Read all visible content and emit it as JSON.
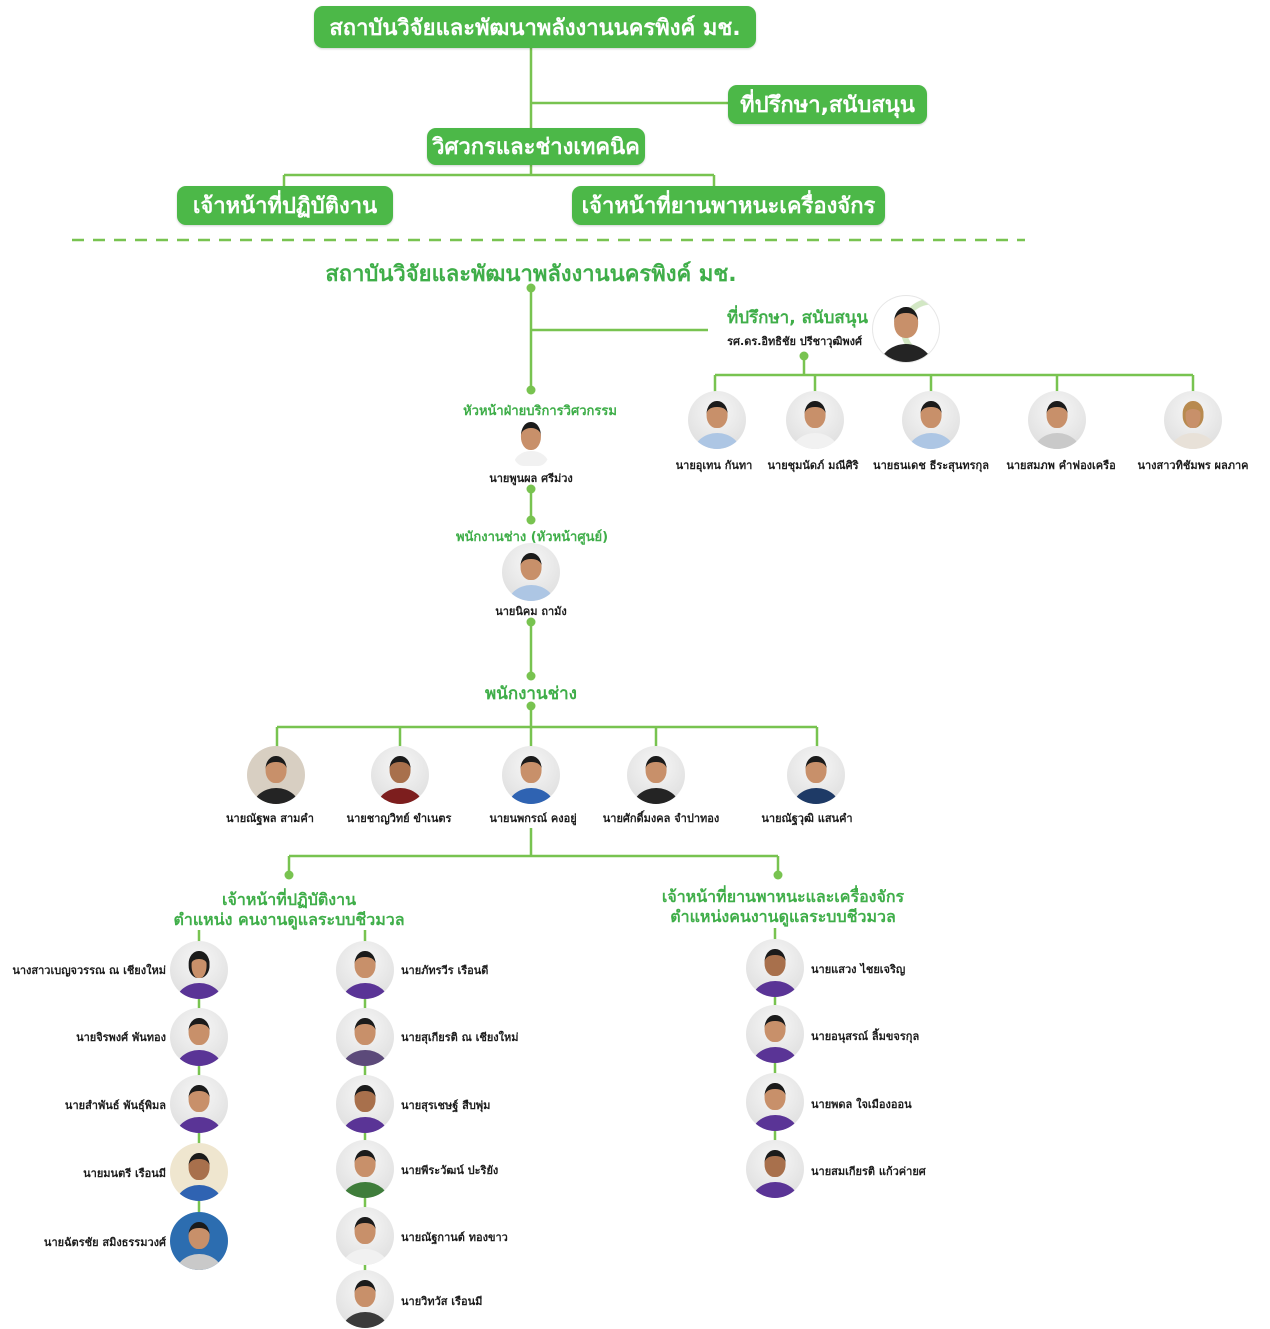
{
  "overview": {
    "root": "สถาบันวิจัยและพัฒนาพลังงานนครพิงค์ มช.",
    "advisor": "ที่ปรึกษา,สนับสนุน",
    "engineers": "วิศวกรและช่างเทคนิค",
    "operations": "เจ้าหน้าที่ปฏิบัติงาน",
    "vehicles": "เจ้าหน้าที่ยานพาหนะเครื่องจักร"
  },
  "detail": {
    "title": "สถาบันวิจัยและพัฒนาพลังงานนครพิงค์ มช.",
    "advisor": {
      "heading": "ที่ปรึกษา, สนับสนุน",
      "name": "รศ.ดร.อิทธิชัย ปรีชาวุฒิพงศ์"
    },
    "consultants": [
      "นายอุเทน กันทา",
      "นายชุมนัดภ์ มณีศิริ",
      "นายธนเดช ธีระสุนทรกุล",
      "นายสมภพ คำฟองเครือ",
      "นางสาวทิชัมพร ผลภาค"
    ],
    "engineering_head": {
      "role": "หัวหน้าฝ่ายบริการวิศวกรรม",
      "name": "นายพูนผล ศรีม่วง"
    },
    "lead_technician": {
      "role": "พนักงานช่าง (หัวหน้าศูนย์)",
      "name": "นายนิคม ถามัง"
    },
    "technicians": {
      "heading": "พนักงานช่าง",
      "names": [
        "นายณัฐพล สามคำ",
        "นายชาญวิทย์ ขำเนตร",
        "นายนพกรณ์ คงอยู่",
        "นายศักดิ์มงคล จำปาทอง",
        "นายณัฐวุฒิ แสนคำ"
      ]
    },
    "operations_staff": {
      "title": "เจ้าหน้าที่ปฏิบัติงาน",
      "position": "ตำแหน่ง คนงานดูแลระบบชีวมวล",
      "column_1": [
        "นางสาวเบญจวรรณ ณ เชียงใหม่",
        "นายจิรพงศ์ พันทอง",
        "นายสำพันธ์ พันธุ์พิมล",
        "นายมนตรี เรือนมี",
        "นายฉัตรชัย สมิงธรรมวงศ์"
      ],
      "column_2": [
        "นายภัทรวีร เรือนดี",
        "นายสุเกียรติ ณ เชียงใหม่",
        "นายสุรเชษฐ์ สืบพุ่ม",
        "นายพีระวัฒน์ ปะริยัง",
        "นายณัฐกานต์ ทองขาว",
        "นายวิทวัส เรือนมี"
      ]
    },
    "vehicle_staff": {
      "title": "เจ้าหน้าที่ยานพาหนะและเครื่องจักร",
      "position": "ตำแหน่งคนงานดูแลระบบชีวมวล",
      "members": [
        "นายแสวง ไชยเจริญ",
        "นายอนุสรณ์ ลิ้มขจรกุล",
        "นายพดล ใจเมืองออน",
        "นายสมเกียรติ แก้วค่ายศ"
      ]
    }
  },
  "colors": {
    "box_green": "#4cb848",
    "text_green": "#3fae49",
    "line_green": "#78c350",
    "text_dark": "#1c1c1c"
  }
}
